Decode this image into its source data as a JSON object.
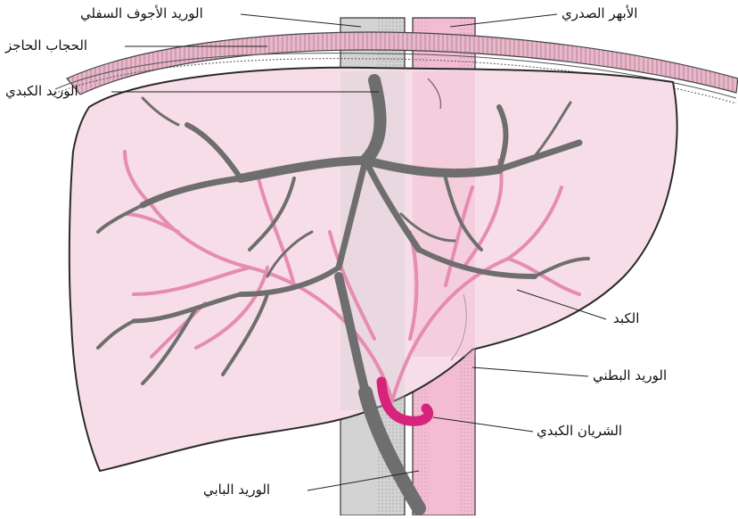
{
  "labels": {
    "ivc": "الوريد الأجوف السفلي",
    "aorta": "الأبهر الصدري",
    "diaphragm": "الحجاب الحاجز",
    "hepatic_vein": "الوريد الكبدي",
    "liver": "الكبد",
    "abdominal_vein": "الوريد البطني",
    "hepatic_artery": "الشريان الكبدي",
    "portal_vein": "الوريد البابي"
  },
  "colors": {
    "liver_fill": "#f7dde8",
    "liver_outline": "#2a2a2a",
    "vein_gray": "#6e6e6e",
    "vein_light": "#c9c9c9",
    "aorta_pink": "#f4bcd2",
    "branch_pink": "#e58cb1",
    "artery_magenta": "#d6247c",
    "diaphragm": "#e7b7ca"
  }
}
